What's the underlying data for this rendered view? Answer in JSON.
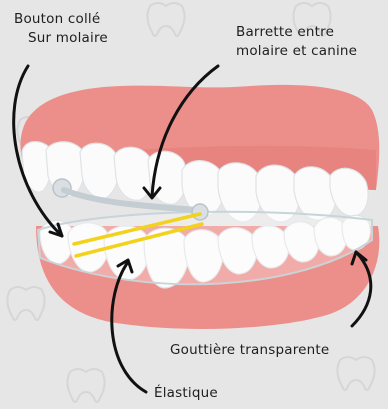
{
  "labels": {
    "bouton": [
      "Bouton collé",
      "Sur molaire"
    ],
    "barrette": [
      "Barrette entre",
      "molaire et canine"
    ],
    "gouttiere": "Gouttière transparente",
    "elastique": "Élastique"
  },
  "colors": {
    "background": "#e6e6e7",
    "gum": "#ec8f8b",
    "tooth": "#fbfbfb",
    "aligner_outline": "#c8d4d8",
    "elastic": "#f2d21a",
    "arrow": "#111111"
  }
}
